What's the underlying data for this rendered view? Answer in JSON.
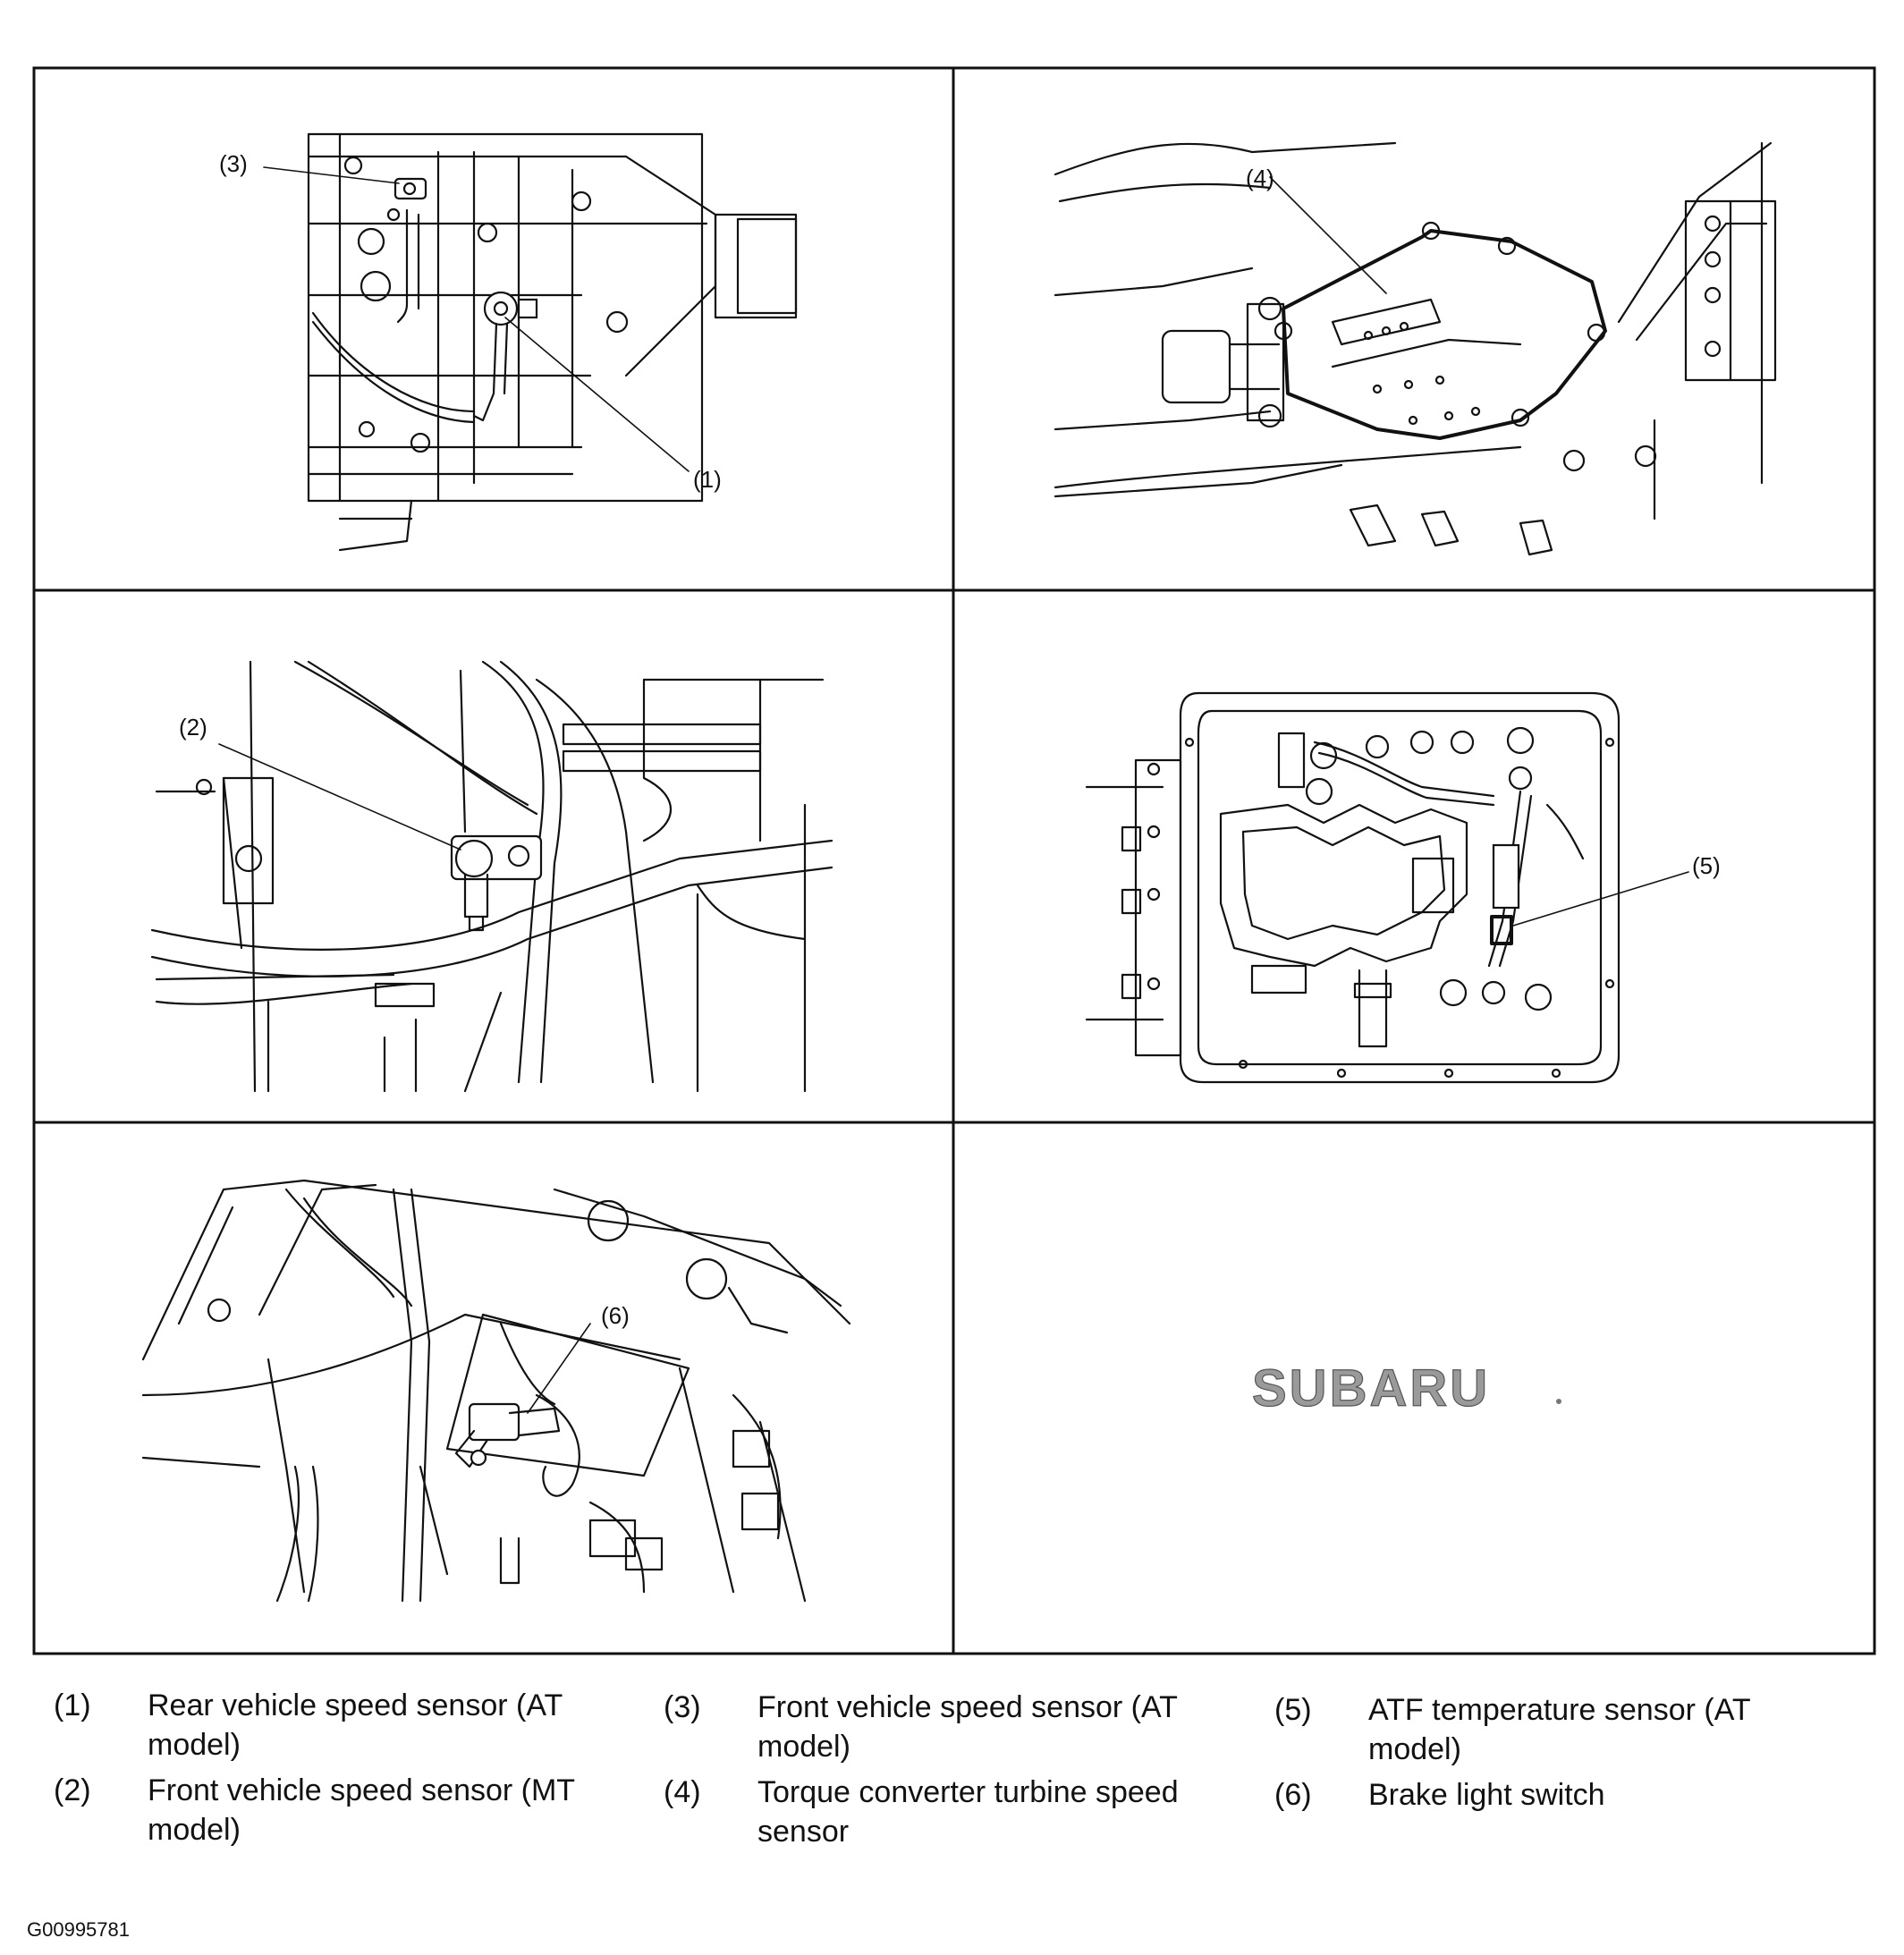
{
  "figure": {
    "callouts": [
      "(1)",
      "(2)",
      "(3)",
      "(4)",
      "(5)",
      "(6)"
    ],
    "brand_logo_text": "SUBARU",
    "figure_id": "G00995781"
  },
  "legend": [
    {
      "num": "(1)",
      "text": "Rear vehicle speed sensor (AT model)"
    },
    {
      "num": "(2)",
      "text": "Front vehicle speed sensor (MT model)"
    },
    {
      "num": "(3)",
      "text": "Front vehicle speed sensor (AT model)"
    },
    {
      "num": "(4)",
      "text": "Torque converter turbine speed sensor"
    },
    {
      "num": "(5)",
      "text": "ATF temperature sensor (AT model)"
    },
    {
      "num": "(6)",
      "text": "Brake light switch"
    }
  ]
}
